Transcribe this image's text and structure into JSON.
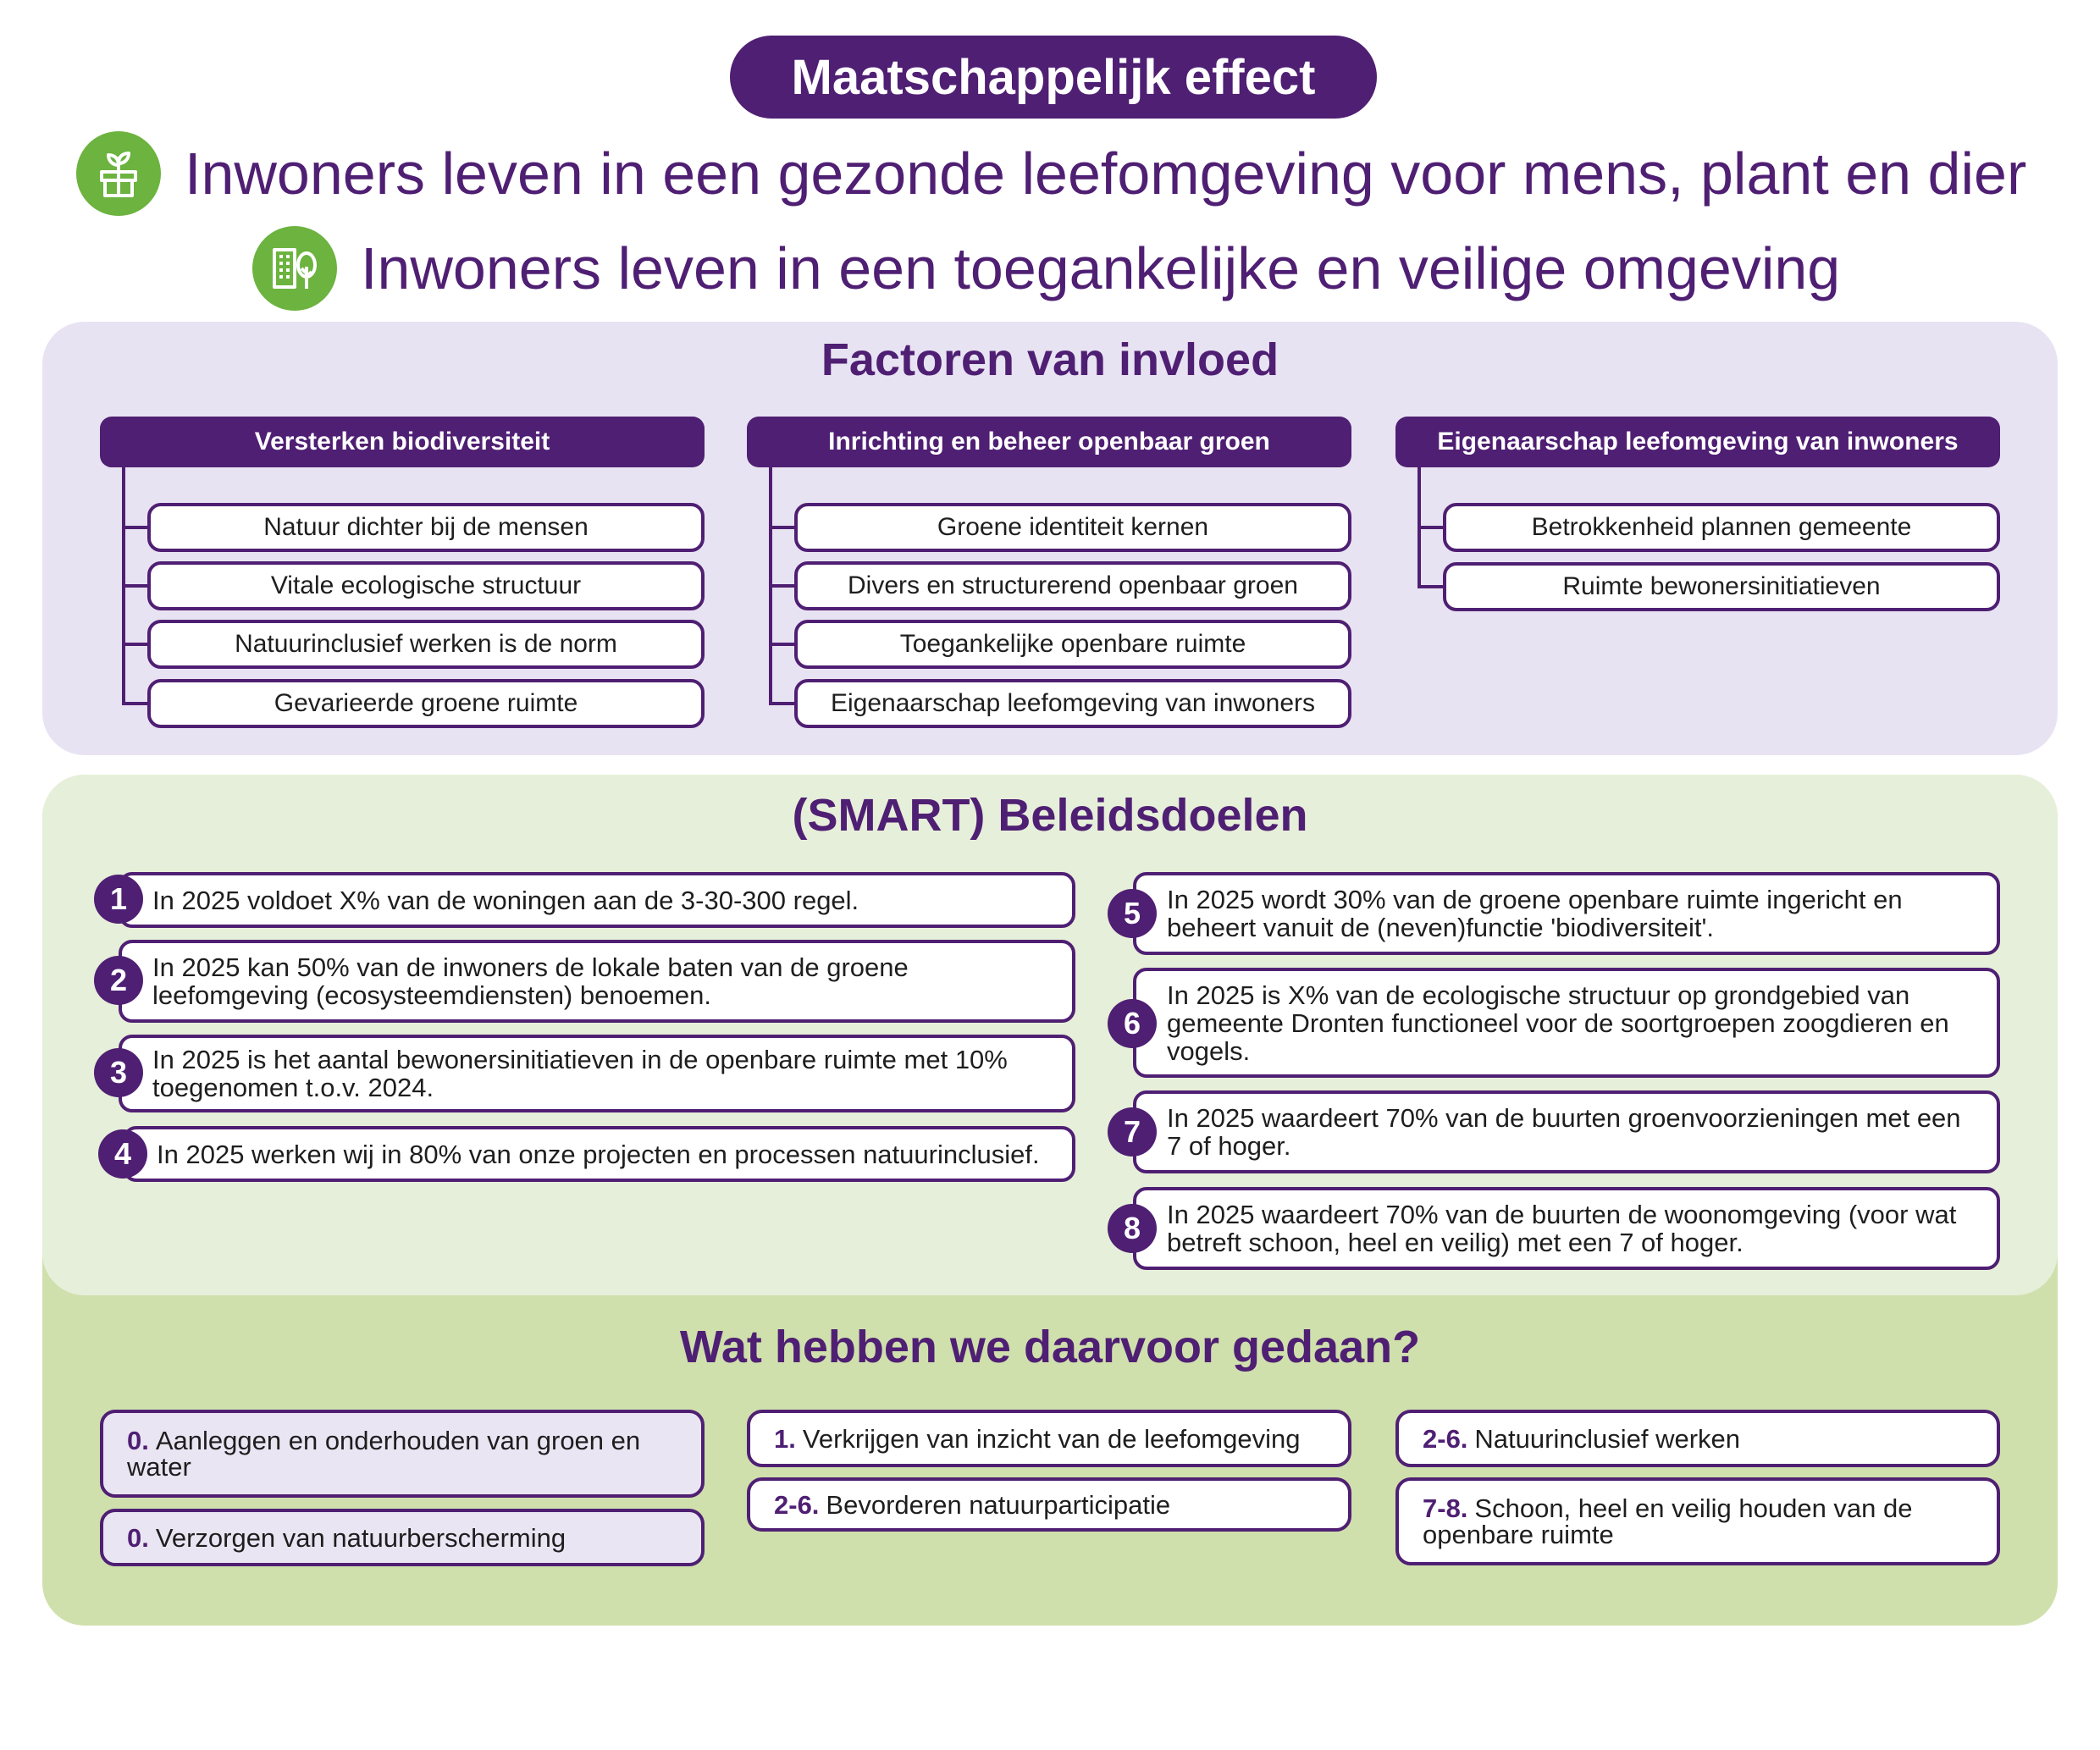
{
  "header": {
    "title": "Maatschappelijk effect",
    "effects": [
      {
        "icon": "seedling-box-icon",
        "text": "Inwoners leven in een gezonde leefomgeving voor mens, plant en dier"
      },
      {
        "icon": "building-tree-icon",
        "text": "Inwoners leven in een toegankelijke en veilige omgeving"
      }
    ]
  },
  "factors": {
    "title": "Factoren van invloed",
    "columns": [
      {
        "heading": "Versterken biodiversiteit",
        "items": [
          "Natuur dichter bij de mensen",
          "Vitale ecologische structuur",
          "Natuurinclusief werken is de norm",
          "Gevarieerde groene ruimte"
        ]
      },
      {
        "heading": "Inrichting en beheer openbaar groen",
        "items": [
          "Groene identiteit kernen",
          "Divers en structurerend openbaar groen",
          "Toegankelijke openbare ruimte",
          "Eigenaarschap leefomgeving van inwoners"
        ]
      },
      {
        "heading": "Eigenaarschap leefomgeving van inwoners",
        "items": [
          "Betrokkenheid plannen gemeente",
          "Ruimte bewonersinitiatieven"
        ]
      }
    ]
  },
  "goals": {
    "title": "(SMART) Beleidsdoelen",
    "items": [
      {
        "num": "1",
        "text": "In 2025 voldoet X% van de woningen aan de 3-30-300 regel."
      },
      {
        "num": "2",
        "text": "In 2025 kan 50% van de inwoners de lokale baten van de groene leefomgeving (ecosysteemdiensten) benoemen."
      },
      {
        "num": "3",
        "text": "In 2025 is het aantal bewonersinitiatieven in de openbare ruimte met 10% toegenomen t.o.v. 2024."
      },
      {
        "num": "4",
        "text": "In 2025 werken wij in 80% van onze projecten en processen natuurinclusief."
      },
      {
        "num": "5",
        "text": "In 2025 wordt 30% van de groene openbare ruimte ingericht en beheert vanuit de (neven)functie 'biodiversiteit'."
      },
      {
        "num": "6",
        "text": "In 2025 is X% van de ecologische structuur op grondgebied van gemeente Dronten functioneel voor de soortgroepen zoogdieren en vogels."
      },
      {
        "num": "7",
        "text": "In 2025 waardeert 70% van de buurten groenvoorzieningen met een 7 of hoger."
      },
      {
        "num": "8",
        "text": "In 2025 waardeert 70% van de buurten de woonomgeving (voor wat betreft schoon, heel en veilig) met een 7 of hoger."
      }
    ]
  },
  "actions": {
    "title": "Wat hebben we daarvoor gedaan?",
    "items": [
      {
        "prefix": "0.",
        "text": "Aanleggen en onderhouden van groen en water"
      },
      {
        "prefix": "0.",
        "text": "Verzorgen van natuurberscherming"
      },
      {
        "prefix": "1.",
        "text": "Verkrijgen van inzicht van de leefomgeving"
      },
      {
        "prefix": "2-6.",
        "text": "Bevorderen natuurparticipatie"
      },
      {
        "prefix": "2-6.",
        "text": "Natuurinclusief werken"
      },
      {
        "prefix": "7-8.",
        "text": "Schoon, heel en veilig houden van de openbare ruimte"
      }
    ]
  },
  "colors": {
    "purple": "#4f1f73",
    "green_icon": "#6cb33f",
    "lavender_panel": "#e8e3f2",
    "light_green_panel": "#e6efd9",
    "green_panel": "#cfe0ad"
  }
}
